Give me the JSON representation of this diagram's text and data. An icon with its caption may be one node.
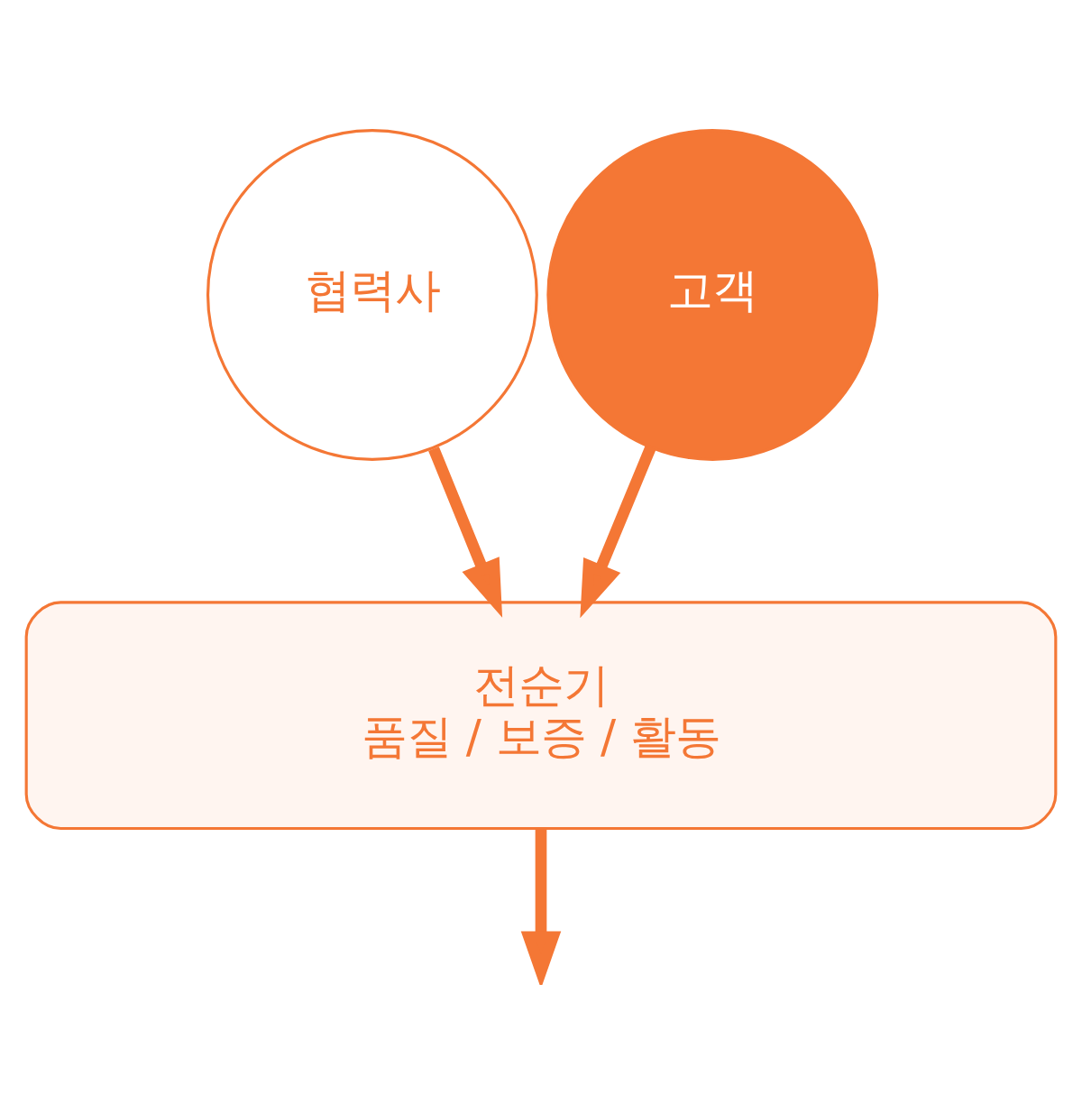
{
  "diagram": {
    "nodes": [
      {
        "text": [
          "협력사"
        ]
      },
      {
        "text": [
          "고객"
        ]
      },
      {
        "text": [
          "전순기",
          "품질 / 보증 / 활동"
        ]
      }
    ],
    "edges": [
      {
        "from": 0,
        "to": 2,
        "arrow": "to"
      },
      {
        "from": 1,
        "to": 2,
        "arrow": "to"
      },
      {
        "from": 2,
        "to": null,
        "arrow": "to"
      }
    ]
  }
}
